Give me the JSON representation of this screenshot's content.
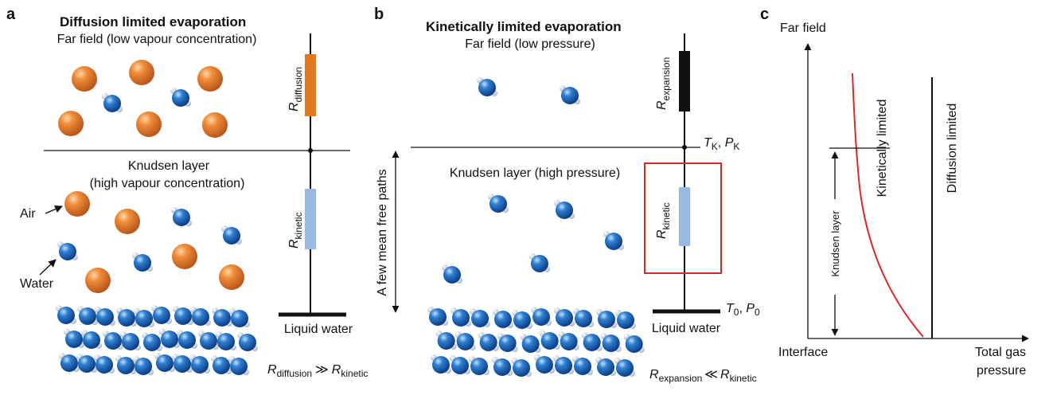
{
  "panels": {
    "a": {
      "letter": "a",
      "title": "Diffusion limited evaporation",
      "far_field": "Far field (low vapour concentration)",
      "knudsen_line1": "Knudsen layer",
      "knudsen_line2": "(high vapour concentration)",
      "air_label": "Air",
      "water_label": "Water",
      "liquid_label": "Liquid water",
      "r_diffusion": {
        "main": "R",
        "sub": "diffusion"
      },
      "r_kinetic": {
        "main": "R",
        "sub": "kinetic"
      },
      "relation": {
        "r1": "R",
        "s1": "diffusion",
        "op": "≫",
        "r2": "R",
        "s2": "kinetic"
      },
      "colors": {
        "diffusion_resistor": "#e0781f",
        "kinetic_resistor": "#97b9e2"
      }
    },
    "b": {
      "letter": "b",
      "title": "Kinetically limited evaporation",
      "far_field": "Far field (low pressure)",
      "knudsen": "Knudsen layer (high pressure)",
      "mean_free_paths": "A few mean free paths",
      "liquid_label": "Liquid water",
      "tk": {
        "T": "T",
        "Tsub": "K",
        "sep": ", ",
        "P": "P",
        "Psub": "K"
      },
      "t0": {
        "T": "T",
        "Tsub": "0",
        "sep": ", ",
        "P": "P",
        "Psub": "0"
      },
      "r_expansion": {
        "main": "R",
        "sub": "expansion"
      },
      "r_kinetic": {
        "main": "R",
        "sub": "kinetic"
      },
      "relation": {
        "r1": "R",
        "s1": "expansion",
        "op": "≪",
        "r2": "R",
        "s2": "kinetic"
      },
      "colors": {
        "expansion_resistor": "#111111",
        "kinetic_resistor": "#97b9e2",
        "highlight_box": "#d62a2a"
      }
    },
    "c": {
      "letter": "c",
      "y_label": "Far field",
      "x_label_origin": "Interface",
      "x_label_line1": "Total gas",
      "x_label_line2": "pressure",
      "knudsen_layer": "Knudsen layer",
      "kinetic_regime": "Kinetically limited",
      "diffusion_regime": "Diffusion limited",
      "colors": {
        "curve": "#d62a2a"
      }
    }
  }
}
